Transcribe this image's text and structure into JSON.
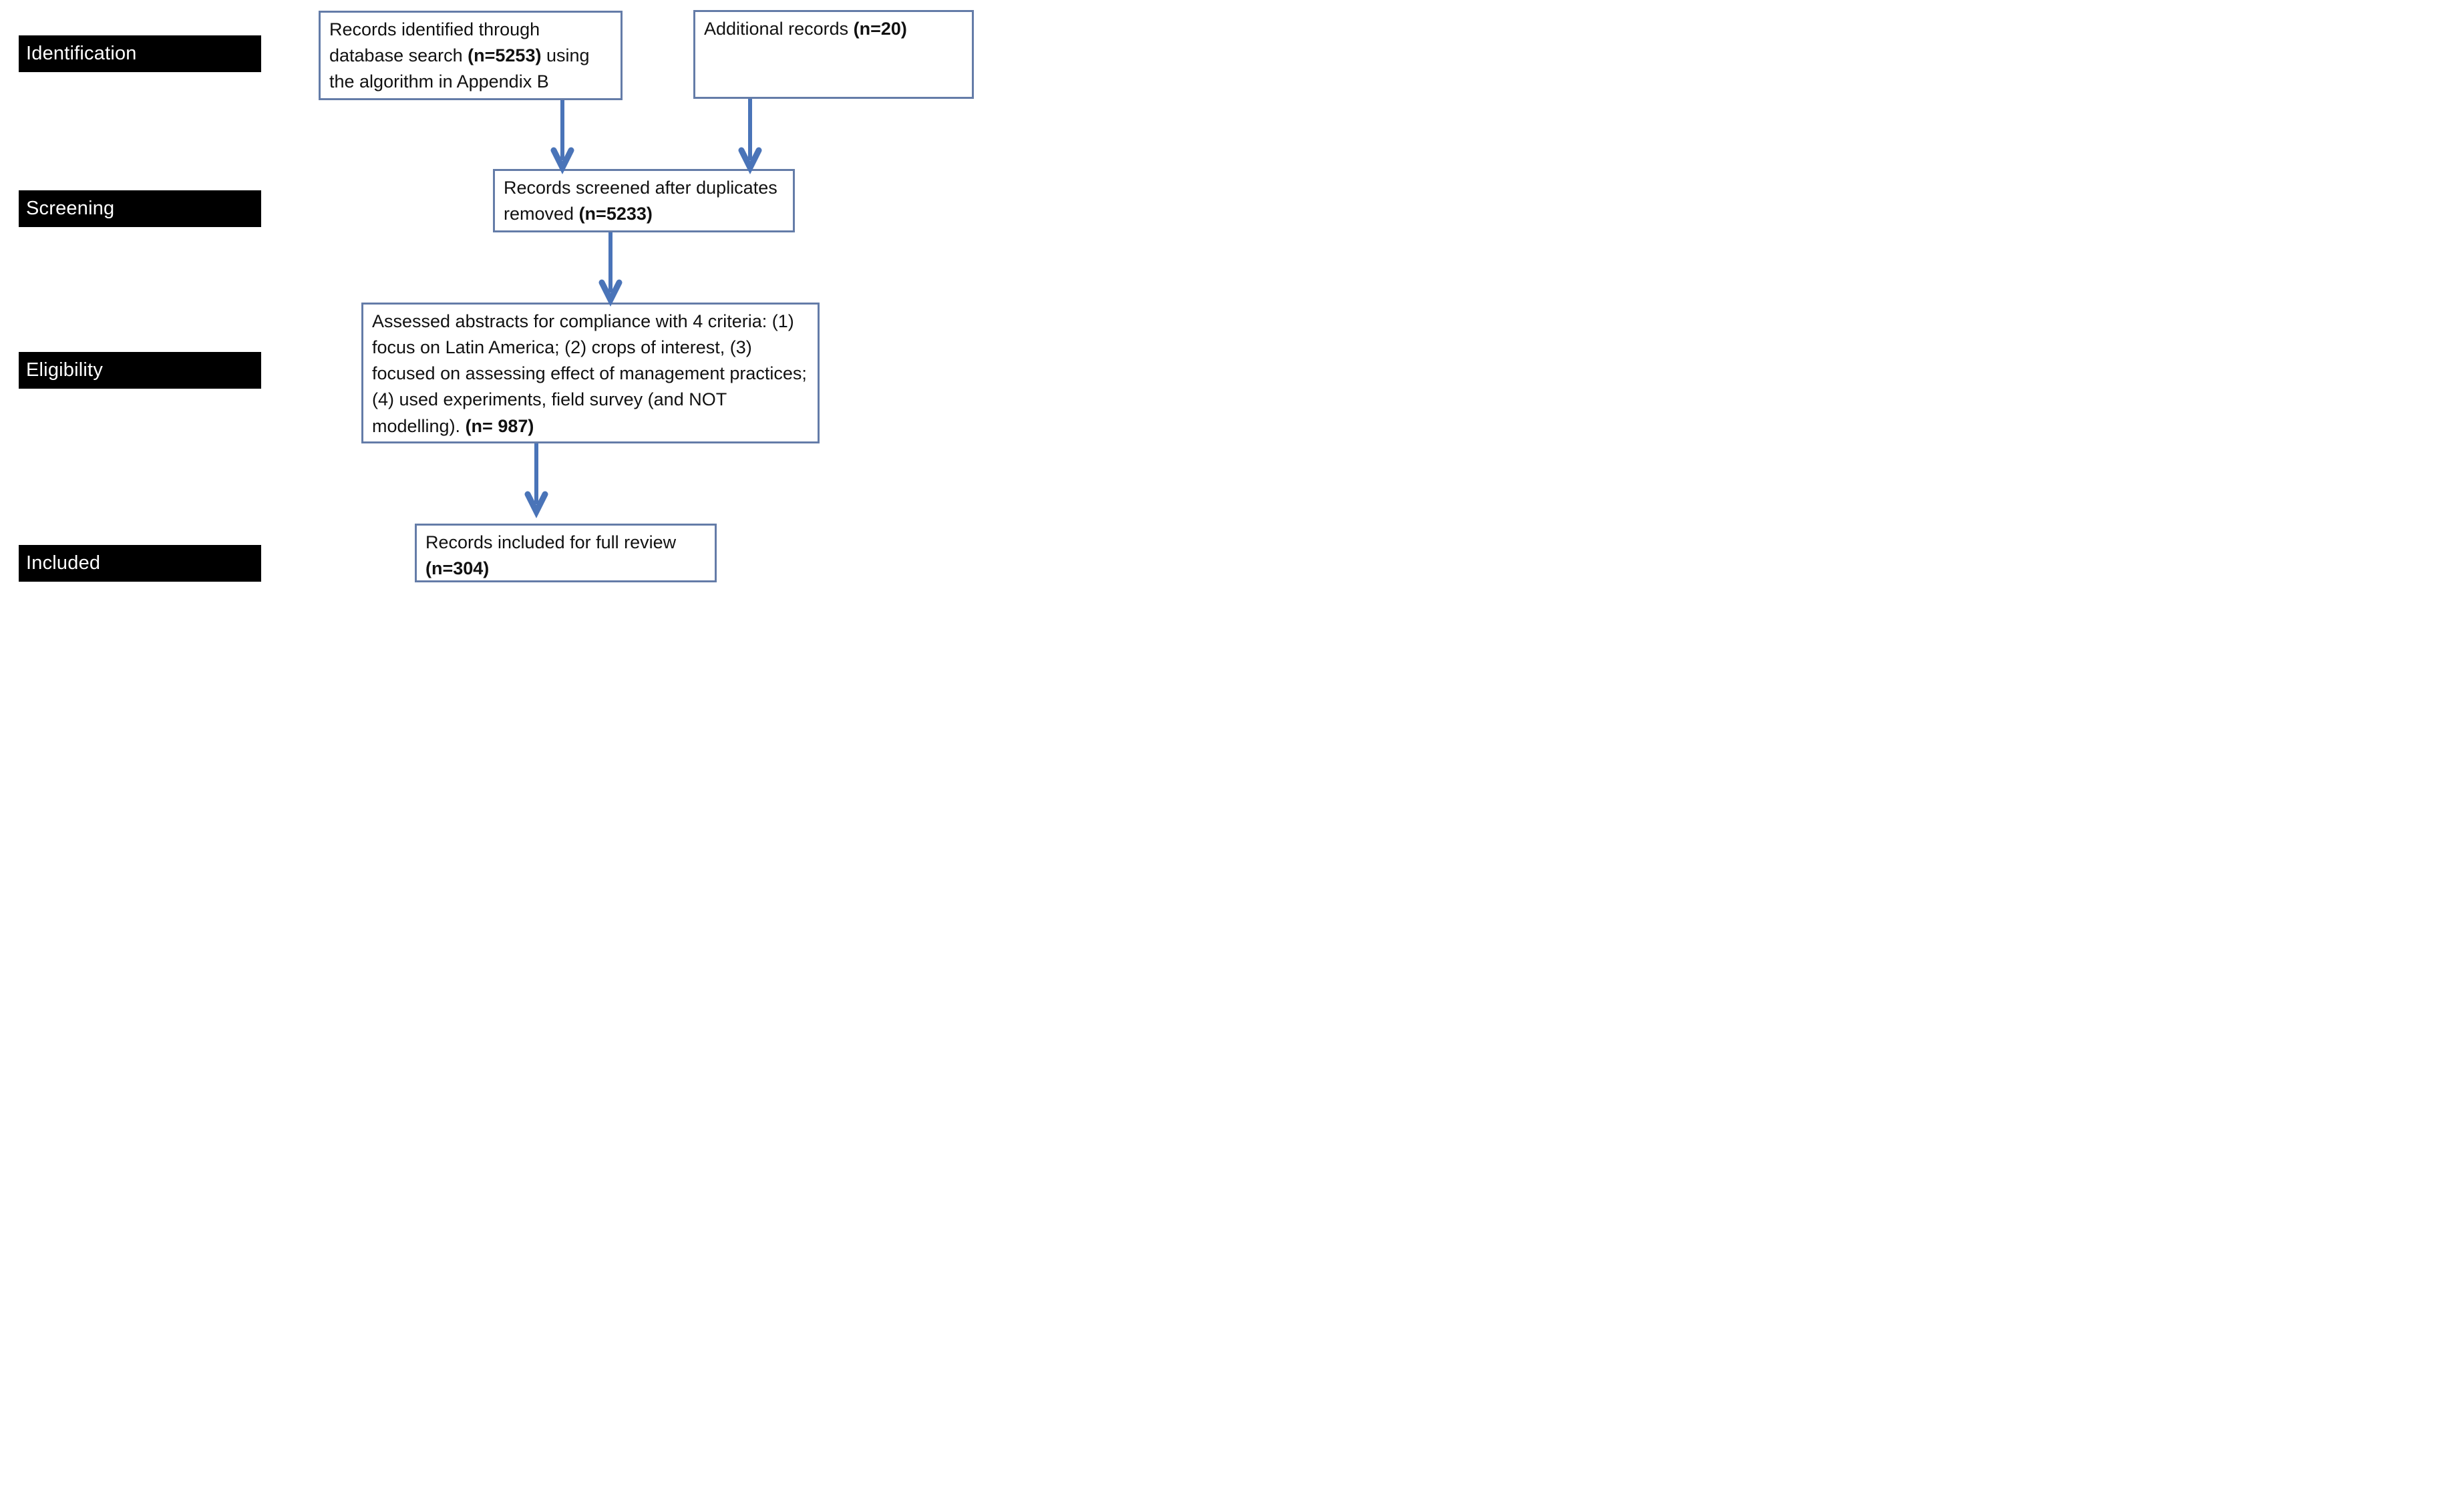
{
  "diagram": {
    "stages": [
      {
        "label": "Identification"
      },
      {
        "label": "Screening"
      },
      {
        "label": "Eligibility"
      },
      {
        "label": "Included"
      }
    ],
    "boxes": {
      "identified": {
        "segments": [
          {
            "text": "Records identified through database search ",
            "bold": false
          },
          {
            "text": "(n=5253)",
            "bold": true
          },
          {
            "text": " using the algorithm in Appendix B",
            "bold": false
          }
        ]
      },
      "additional": {
        "segments": [
          {
            "text": "Additional records ",
            "bold": false
          },
          {
            "text": "(n=20)",
            "bold": true
          }
        ]
      },
      "screened": {
        "segments": [
          {
            "text": "Records screened after duplicates removed ",
            "bold": false
          },
          {
            "text": "(n=5233)",
            "bold": true
          }
        ]
      },
      "assessed": {
        "segments": [
          {
            "text": "Assessed abstracts for compliance with 4 criteria: (1) focus on Latin America; (2) crops of interest, (3) focused on assessing effect of management practices; (4) used experiments, field survey (and NOT modelling). ",
            "bold": false
          },
          {
            "text": "(n= 987)",
            "bold": true
          }
        ]
      },
      "included": {
        "segments": [
          {
            "text": "Records included for full review ",
            "bold": false
          },
          {
            "text": "(n=304)",
            "bold": true
          }
        ]
      }
    },
    "colors": {
      "arrow": "#4a74b8",
      "box-border": "#647ca8",
      "stage-bg": "#000000",
      "stage-text": "#ffffff",
      "text": "#111111",
      "background": "#ffffff"
    }
  }
}
